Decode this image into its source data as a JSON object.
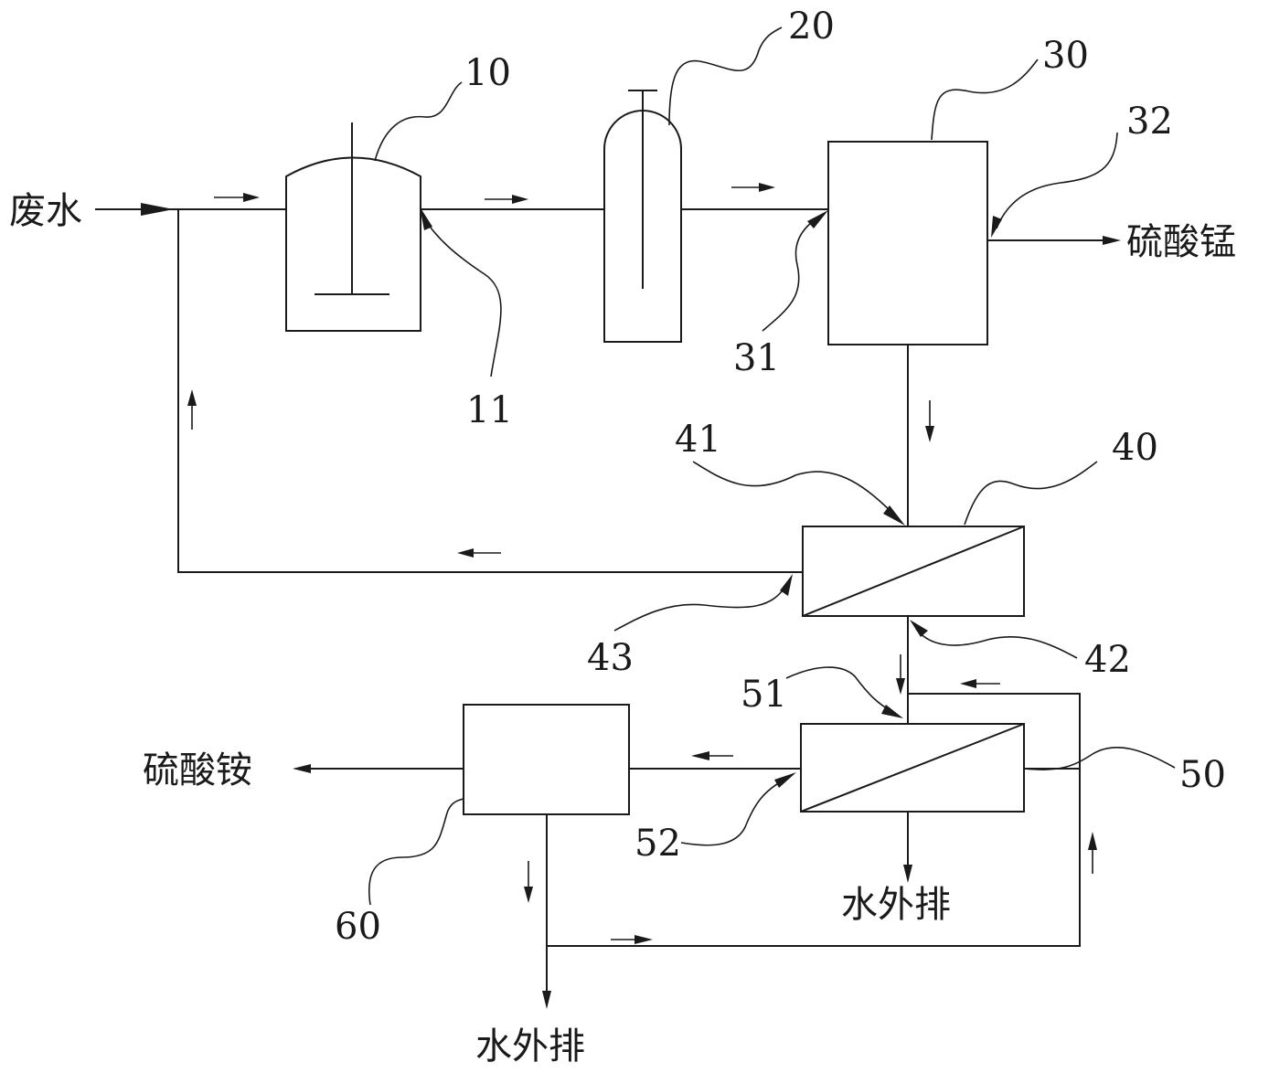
{
  "labels": {
    "wastewater_in": "废水",
    "manganese_sulfate_out": "硫酸锰",
    "ammonium_sulfate_out": "硫酸铵",
    "water_discharge_50": "水外排",
    "water_discharge_60": "水外排"
  },
  "refs": {
    "r10": "10",
    "r11": "11",
    "r20": "20",
    "r30": "30",
    "r31": "31",
    "r32": "32",
    "r40": "40",
    "r41": "41",
    "r42": "42",
    "r43": "43",
    "r50": "50",
    "r51": "51",
    "r52": "52",
    "r60": "60"
  },
  "colors": {
    "line": "#1a1a1a",
    "background": "#ffffff"
  }
}
